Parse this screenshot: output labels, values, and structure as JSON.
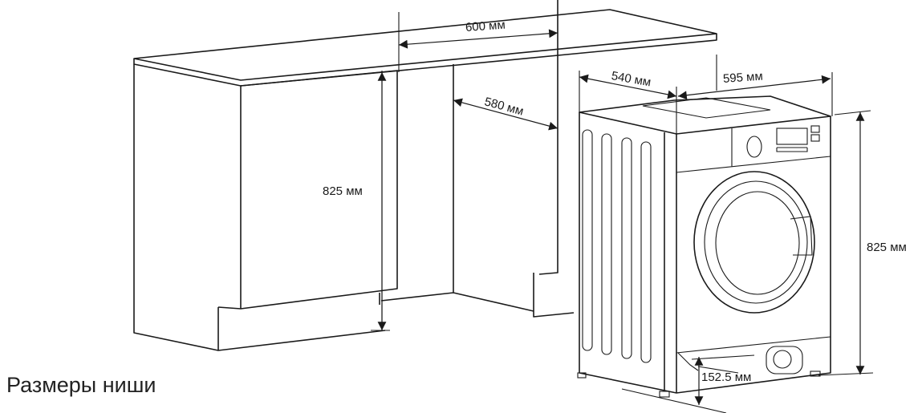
{
  "title": "Размеры ниши",
  "dimensions": {
    "niche_width": "600 мм",
    "niche_depth": "580 мм",
    "niche_height": "825 мм",
    "washer_depth": "540 мм",
    "washer_width": "595 мм",
    "washer_height": "825 мм",
    "plinth_height": "152.5 мм"
  }
}
